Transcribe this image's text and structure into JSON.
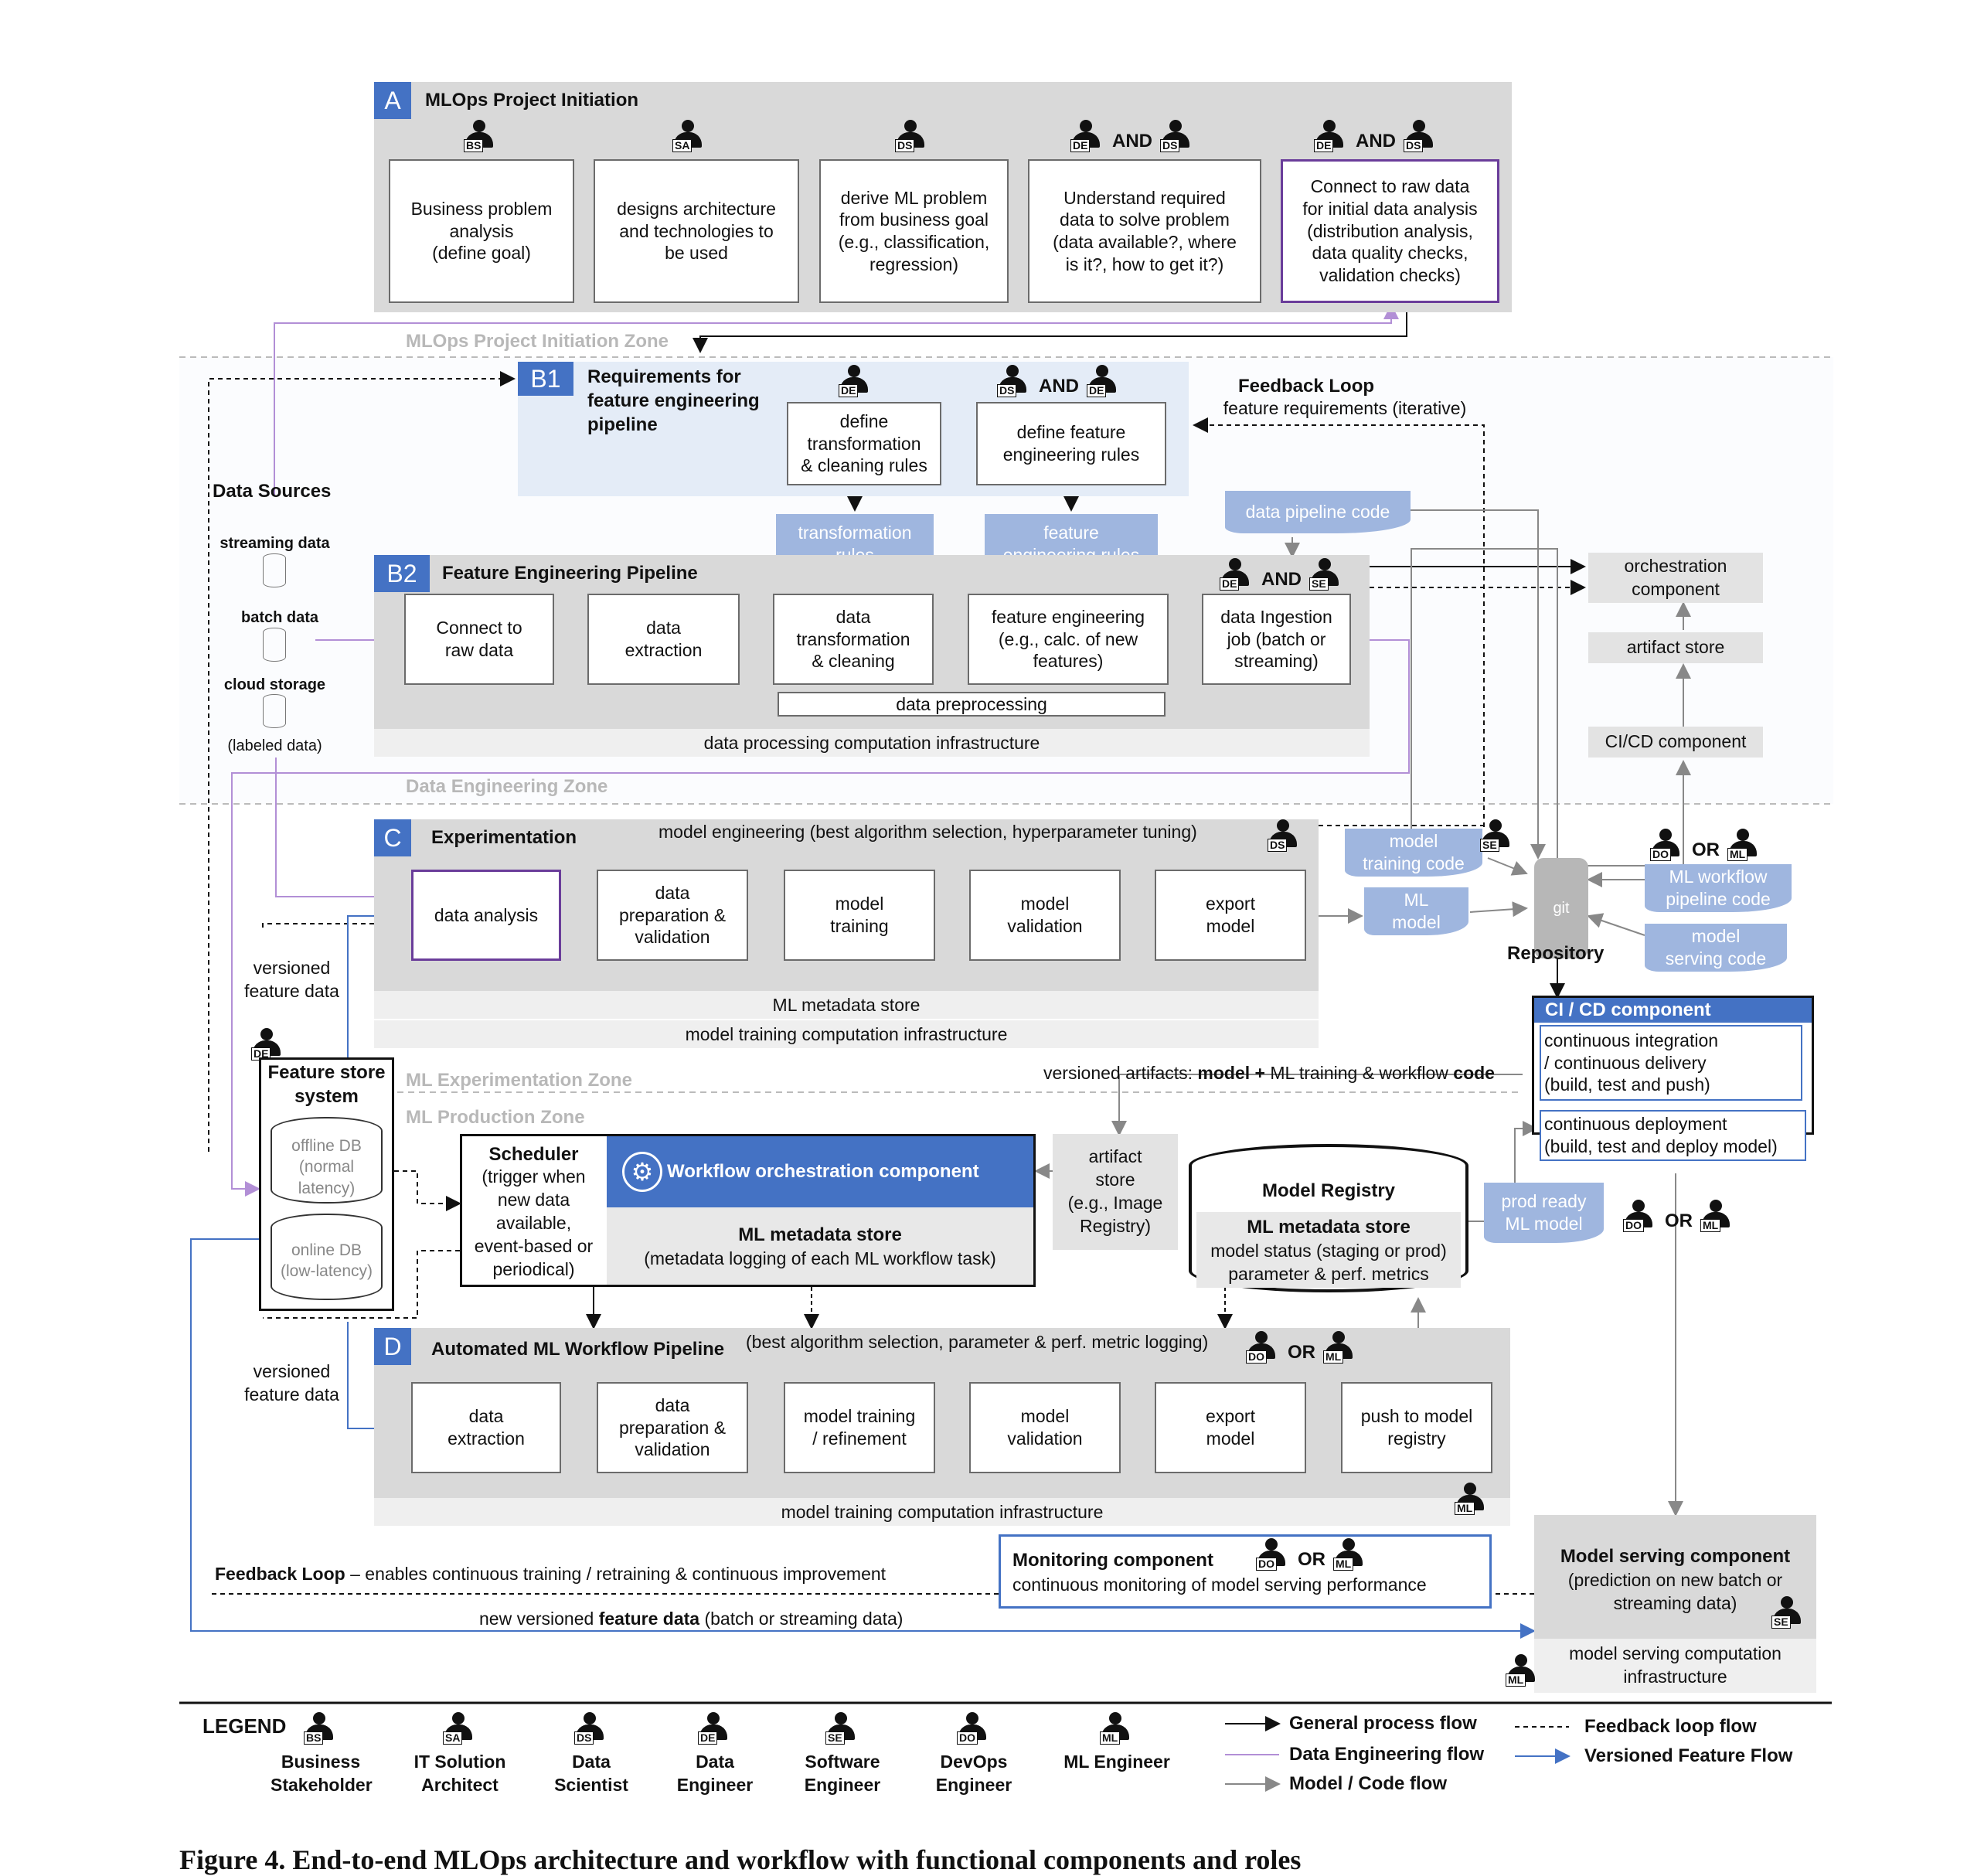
{
  "panelA": {
    "letter": "A",
    "title": "MLOps Project Initiation",
    "zone": "MLOps Project Initiation Zone",
    "steps": [
      "Business problem\nanalysis\n(define goal)",
      "designs architecture\nand technologies to\nbe used",
      "derive ML problem\nfrom business goal\n(e.g., classification,\nregression)",
      "Understand required\ndata to solve problem\n(data available?, where\nis it?, how to get it?)",
      "Connect to raw data\nfor initial data analysis\n(distribution analysis,\ndata quality checks,\nvalidation checks)"
    ],
    "roles": [
      "BS",
      "SA",
      "DS",
      "DE",
      "DS",
      "DE",
      "DS"
    ]
  },
  "and": "AND",
  "or": "OR",
  "panelB1": {
    "letter": "B1",
    "title": "Requirements for\nfeature engineering\npipeline",
    "steps": [
      "define\ntransformation\n& cleaning rules",
      "define feature\nengineering rules"
    ]
  },
  "feedback": {
    "title": "Feedback Loop",
    "sub": "feature requirements (iterative)"
  },
  "docs": {
    "transformation_rules": "transformation\nrules",
    "feature_rules": "feature\nengineering rules",
    "data_pipeline_code": "data pipeline code",
    "model_training_code": "model\ntraining code",
    "ml_model": "ML\nmodel",
    "ml_workflow_code": "ML workflow\npipeline code",
    "model_serving_code": "model\nserving code",
    "prod_ready": "prod ready\nML model"
  },
  "dataSources": {
    "title": "Data Sources",
    "items": [
      "streaming data",
      "batch data",
      "cloud storage"
    ],
    "note": "(labeled data)"
  },
  "panelB2": {
    "letter": "B2",
    "title": "Feature Engineering Pipeline",
    "steps": [
      "Connect to\nraw data",
      "data\nextraction",
      "data\ntransformation\n& cleaning",
      "feature engineering\n(e.g., calc. of new\nfeatures)",
      "data Ingestion\njob (batch or\nstreaming)"
    ],
    "preproc": "data preprocessing",
    "infra": "data processing computation infrastructure",
    "zone": "Data Engineering Zone"
  },
  "right": {
    "orch": "orchestration\ncomponent",
    "artifact": "artifact store",
    "cicd": "CI/CD component",
    "repo": "Repository",
    "git": "git"
  },
  "panelC": {
    "letter": "C",
    "title": "Experimentation",
    "note": "model engineering (best algorithm selection, hyperparameter tuning)",
    "steps": [
      "data analysis",
      "data\npreparation &\nvalidation",
      "model\ntraining",
      "model\nvalidation",
      "export\nmodel"
    ],
    "meta": "ML metadata store",
    "infra": "model training computation infrastructure",
    "zone": "ML Experimentation Zone"
  },
  "versioned": "versioned\nfeature data",
  "featureStore": {
    "title": "Feature store\nsystem",
    "offline": "offline DB\n(normal\nlatency)",
    "online": "online DB\n(low-latency)"
  },
  "prodZone": "ML Production Zone",
  "cicdBox": {
    "title": "CI / CD component",
    "ci": "continuous integration\n/ continuous delivery\n(build, test and push)",
    "cd": "continuous deployment\n(build, test and deploy model)"
  },
  "versionedArtifacts": {
    "a": "versioned artifacts: ",
    "b": "model + ",
    "c": "ML training & workflow ",
    "d": "code"
  },
  "scheduler": {
    "title": "Scheduler",
    "text": "(trigger when\nnew data\navailable,\nevent-based or\nperiodical)"
  },
  "workflow": {
    "title": "Workflow orchestration component",
    "meta": "ML metadata store",
    "metaSub": "(metadata logging of each ML workflow task)"
  },
  "artifactStore": "artifact\nstore\n(e.g., Image\nRegistry)",
  "registry": {
    "title": "Model Registry",
    "meta": "ML metadata store",
    "sub": "model status (staging or prod)\nparameter & perf. metrics"
  },
  "panelD": {
    "letter": "D",
    "title": "Automated ML Workflow Pipeline",
    "note": "(best algorithm selection, parameter & perf. metric logging)",
    "steps": [
      "data\nextraction",
      "data\npreparation &\nvalidation",
      "model training\n/ refinement",
      "model\nvalidation",
      "export\nmodel",
      "push to model\nregistry"
    ],
    "infra": "model training computation infrastructure"
  },
  "feedbackLoop": {
    "a": "Feedback Loop",
    "b": " – enables continuous training / retraining & continuous improvement"
  },
  "monitoring": {
    "title": "Monitoring component",
    "sub": "continuous monitoring of model serving performance"
  },
  "newFeature": {
    "a": "new versioned ",
    "b": "feature data",
    "c": " (batch or streaming data)"
  },
  "serving": {
    "title": "Model serving component",
    "sub": "(prediction on new batch or\nstreaming data)",
    "infra": "model serving computation\ninfrastructure"
  },
  "legend": {
    "title": "LEGEND",
    "roles": [
      {
        "tag": "BS",
        "name": "Business\nStakeholder"
      },
      {
        "tag": "SA",
        "name": "IT Solution\nArchitect"
      },
      {
        "tag": "DS",
        "name": "Data\nScientist"
      },
      {
        "tag": "DE",
        "name": "Data\nEngineer"
      },
      {
        "tag": "SE",
        "name": "Software\nEngineer"
      },
      {
        "tag": "DO",
        "name": "DevOps\nEngineer"
      },
      {
        "tag": "ML",
        "name": "ML Engineer"
      }
    ],
    "flows": [
      "General process flow",
      "Data Engineering flow",
      "Model / Code flow",
      "Feedback loop flow",
      "Versioned Feature Flow"
    ]
  },
  "caption": "Figure 4. End-to-end MLOps architecture and workflow with functional components and roles",
  "colors": {
    "blue": "#4472c4",
    "purple": "#b28fd6",
    "panel": "#d9d9d9",
    "doc": "#9fb6df"
  }
}
